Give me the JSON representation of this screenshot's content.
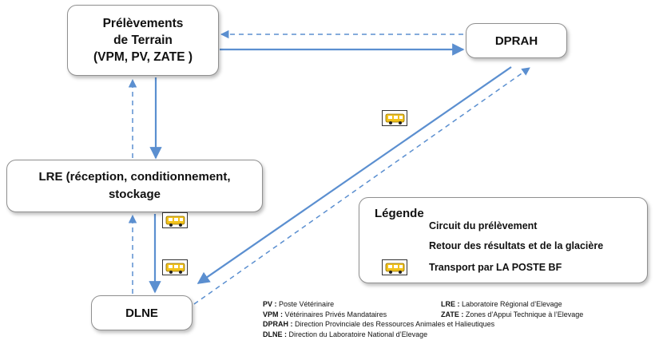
{
  "nodes": {
    "prelevements": [
      "Prélèvements",
      "de Terrain",
      "(VPM, PV, ZATE )"
    ],
    "dprah": "DPRAH",
    "lre": [
      "LRE (réception, conditionnement,",
      "stockage"
    ],
    "dlne": "DLNE"
  },
  "legend": {
    "title": "Légende",
    "solid": "Circuit du prélèvement",
    "dashed": "Retour des résultats et de la glacière",
    "truck": "Transport par LA POSTE BF"
  },
  "abbreviations": {
    "pv_key": "PV :",
    "pv_val": "Poste Vétérinaire",
    "lre_key": "LRE :",
    "lre_val": "Laboratoire Régional d’Elevage",
    "vpm_key": "VPM :",
    "vpm_val": "Vétérinaires Privés Mandataires",
    "zate_key": "ZATE :",
    "zate_val": "Zones d’Appui Technique à l’Elevage",
    "dprah_key": "DPRAH :",
    "dprah_val": "Direction Provinciale des Ressources Animales et Halieutiques",
    "dlne_key": "DLNE :",
    "dlne_val": "Direction du Laboratoire National d’Elevage"
  },
  "colors": {
    "arrow": "#5b8fd0",
    "truck_body": "#f2c21b",
    "box_border": "#8f8f8f"
  },
  "icons": {
    "truck": "bus-icon"
  }
}
